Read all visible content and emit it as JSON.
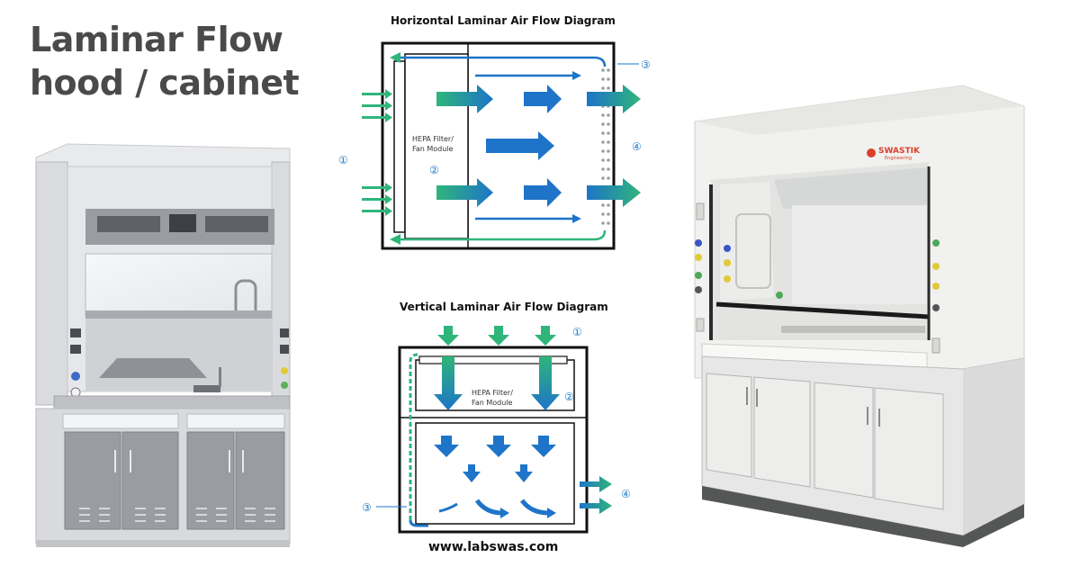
{
  "title": {
    "line1": "Laminar Flow",
    "line2": "hood / cabinet"
  },
  "horizontal": {
    "caption": "Horizontal Laminar Air Flow Diagram",
    "filter_line1": "HEPA Filter/",
    "filter_line2": "Fan Module",
    "markers": [
      "①",
      "②",
      "③",
      "④"
    ]
  },
  "vertical": {
    "caption": "Vertical Laminar Air Flow Diagram",
    "filter_line1": "HEPA Filter/",
    "filter_line2": "Fan Module",
    "markers": [
      "①",
      "②",
      "③",
      "④"
    ]
  },
  "brand": {
    "name": "SWASTIK",
    "sub": "Engineering"
  },
  "footer": "www.labswas.com",
  "colors": {
    "arrow_green": "#2fb57a",
    "arrow_blue": "#1e74c8",
    "cabinet_gray": "#d8dade",
    "panel_dark": "#8e9096"
  }
}
